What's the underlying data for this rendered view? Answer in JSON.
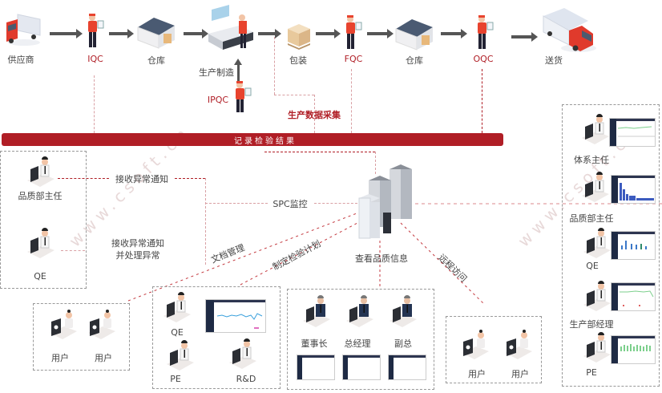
{
  "process_flow": {
    "steps": [
      {
        "id": "supplier",
        "label": "供应商",
        "type": "truck"
      },
      {
        "id": "iqc",
        "label": "IQC",
        "type": "inspector",
        "highlight": true
      },
      {
        "id": "warehouse-1",
        "label": "仓库",
        "type": "warehouse"
      },
      {
        "id": "production",
        "label": "生产制造",
        "type": "machine"
      },
      {
        "id": "packing",
        "label": "包装",
        "type": "boxes"
      },
      {
        "id": "fqc",
        "label": "FQC",
        "type": "inspector",
        "highlight": true
      },
      {
        "id": "warehouse-2",
        "label": "仓库",
        "type": "warehouse"
      },
      {
        "id": "oqc",
        "label": "OQC",
        "type": "inspector",
        "highlight": true
      },
      {
        "id": "delivery",
        "label": "送货",
        "type": "truck"
      }
    ],
    "ipqc_label": "IPQC",
    "data_collection_label": "生产数据采集"
  },
  "band": {
    "label": "记录检验结果"
  },
  "left_group": {
    "roles": [
      {
        "label": "品质部主任"
      },
      {
        "label": "QE"
      }
    ]
  },
  "connections": {
    "receive_notice": "接收异常通知",
    "receive_and_handle": [
      "接收异常通知",
      "并处理异常"
    ],
    "spc": "SPC监控",
    "doc_mgmt": "文档管理",
    "inspection_plan": "制定检验计划",
    "view_quality": "查看品质信息",
    "remote_access": "远程访问"
  },
  "user_group_left": {
    "users": [
      {
        "label": "用户"
      },
      {
        "label": "用户"
      }
    ]
  },
  "engineer_group": {
    "roles": [
      {
        "label": "QE"
      },
      {
        "label": "PE"
      },
      {
        "label": "R&D"
      }
    ]
  },
  "executive_group": {
    "roles": [
      {
        "label": "董事长"
      },
      {
        "label": "总经理"
      },
      {
        "label": "副总"
      }
    ]
  },
  "user_group_right": {
    "users": [
      {
        "label": "用户"
      },
      {
        "label": "用户"
      }
    ]
  },
  "right_panel": {
    "roles": [
      {
        "label": "体系主任",
        "chart": "line"
      },
      {
        "label": "品质部主任",
        "chart": "pareto"
      },
      {
        "label": "QE",
        "chart": "bar"
      },
      {
        "label": "生产部经理",
        "chart": "line"
      },
      {
        "label": "PE",
        "chart": "bar-green"
      }
    ]
  },
  "watermark": "www.csoft.cn",
  "colors": {
    "accent": "#b01e26",
    "arrow": "#555555",
    "inspector": "#e8432e"
  }
}
